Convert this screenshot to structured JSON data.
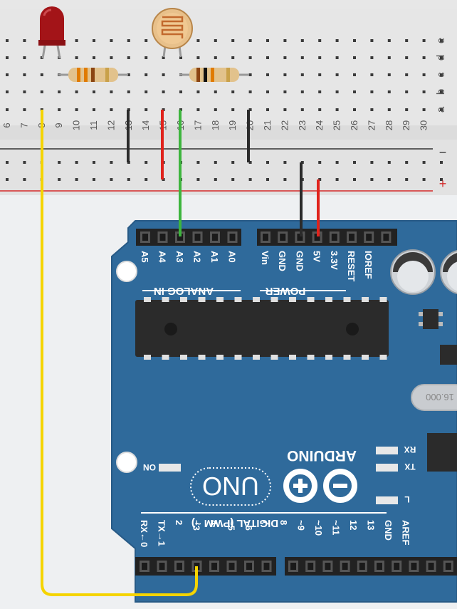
{
  "breadboard": {
    "column_numbers": [
      "6",
      "7",
      "8",
      "9",
      "10",
      "11",
      "12",
      "13",
      "14",
      "15",
      "16",
      "17",
      "18",
      "19",
      "20",
      "21",
      "22",
      "23",
      "24",
      "25",
      "26",
      "27",
      "28",
      "29",
      "30"
    ],
    "row_letters": [
      "e",
      "d",
      "c",
      "b",
      "a"
    ],
    "rail_minus": "−",
    "rail_plus": "+"
  },
  "arduino": {
    "analog_pins": [
      "A5",
      "A4",
      "A3",
      "A2",
      "A1",
      "A0"
    ],
    "analog_header": "ANALOG IN",
    "power_pins": [
      "Vin",
      "GND",
      "GND",
      "5V",
      "3.3V",
      "RESET",
      "IOREF"
    ],
    "power_header": "POWER",
    "digital_header": "DIGITAL (PWM ~)",
    "digital_pins": [
      "RX←0",
      "TX→1",
      "2",
      "~3",
      "4",
      "~5",
      "~6",
      "7",
      "8",
      "~9",
      "~10",
      "~11",
      "12",
      "13",
      "GND",
      "AREF"
    ],
    "brand": "ARDUINO",
    "model": "UNO",
    "led_on": "ON",
    "led_rx": "RX",
    "led_tx": "TX",
    "led_l": "L",
    "crystal": "16.000"
  },
  "colors": {
    "board_blue": "#2f6a9b",
    "wire_yellow": "#f5d400",
    "wire_black": "#2b2b2b",
    "wire_red": "#e0231c",
    "wire_green": "#3db53d",
    "rail_red": "#d42a2a"
  }
}
